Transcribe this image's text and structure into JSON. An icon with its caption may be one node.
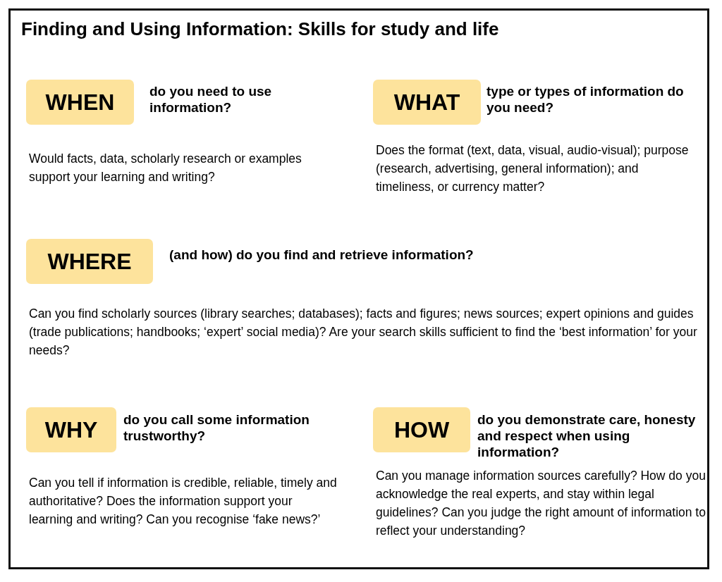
{
  "diagram": {
    "title": "Finding and Using Information: Skills for study and life",
    "nodes": [
      {
        "text": [
          "WHEN"
        ],
        "beside": [
          "do you need to use information?"
        ]
      },
      {
        "text": [
          "WHAT"
        ],
        "beside": [
          "type or types of information do you need?"
        ]
      },
      {
        "text": [
          "WHERE"
        ],
        "beside": [
          "(and how) do you find and retrieve information?"
        ]
      },
      {
        "text": [
          "WHY"
        ],
        "beside": [
          "do you call some information trustworthy?"
        ]
      },
      {
        "text": [
          "HOW"
        ],
        "beside": [
          "do you demonstrate care, honesty and respect when using information?"
        ]
      }
    ],
    "labels": [
      "Would facts, data, scholarly research or examples support your learning and writing?",
      "Does the format (text, data, visual, audio-visual); purpose (research, advertising, general information); and timeliness, or currency matter?",
      "Can you find scholarly sources (library searches; databases); facts and figures; news sources; expert opinions and guides (trade publications; handbooks; ‘expert’ social media)? Are your search skills sufficient to find the ‘best information’ for your needs?",
      "Can you tell if information is credible, reliable, timely and authoritative? Does the information support your learning and writing? Can you recognise ‘fake news?’",
      "Can you manage information sources carefully? How do you acknowledge the real experts, and stay within legal guidelines? Can you judge the right amount of information to reflect your understanding?"
    ]
  }
}
